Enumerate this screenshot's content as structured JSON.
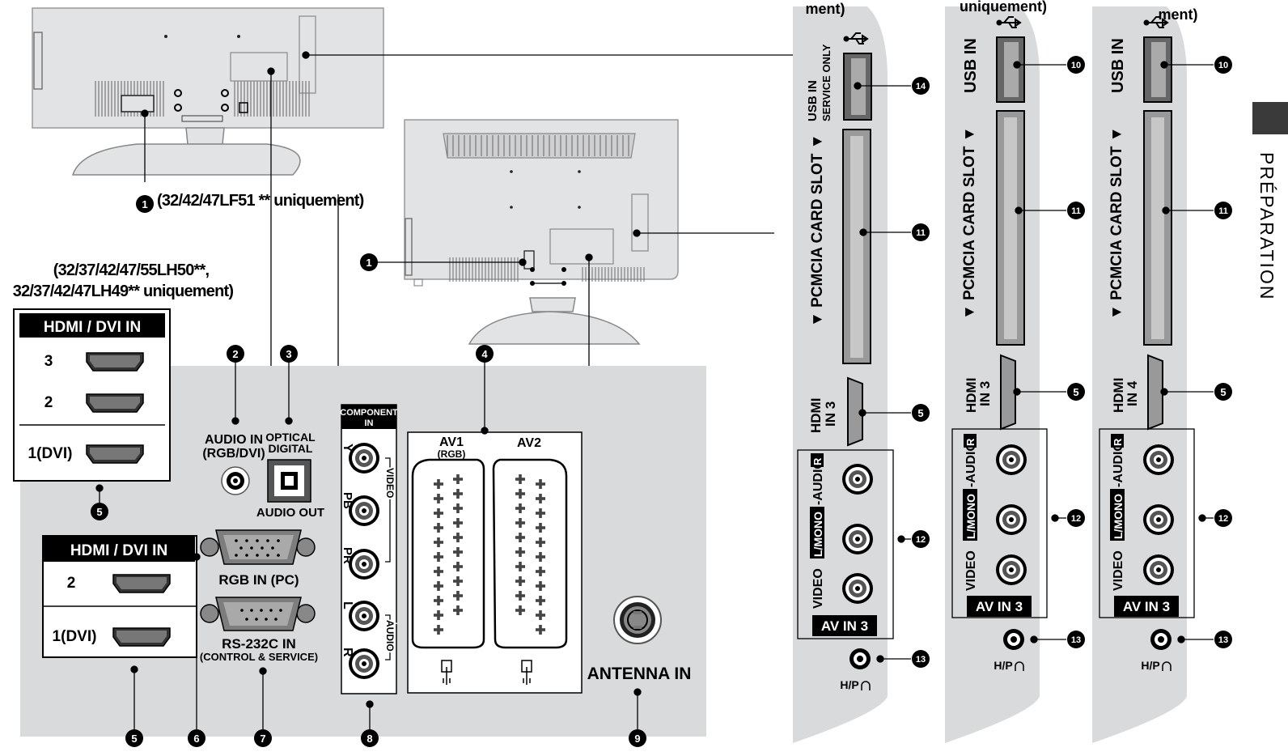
{
  "captions": {
    "lf51": "(32/42/47LF51 ** uniquement)",
    "lh_line1": "(32/37/42/47/55LH50**,",
    "lh_line2": "32/37/42/47LH49** uniquement)",
    "side1_top": "ment)",
    "side2_top": "uniquement)",
    "side3_top": "ment)"
  },
  "side_tab": "PRÉPARATION",
  "badges": [
    "1",
    "1",
    "2",
    "3",
    "4",
    "5",
    "5",
    "5",
    "5",
    "5",
    "6",
    "7",
    "8",
    "9",
    "10",
    "10",
    "11",
    "11",
    "11",
    "12",
    "12",
    "12",
    "13",
    "13",
    "13",
    "14"
  ],
  "hdmi_top": {
    "header": "HDMI / DVI IN",
    "ports": [
      "3",
      "2",
      "1(DVI)"
    ]
  },
  "hdmi_bottom": {
    "header": "HDMI / DVI IN",
    "ports": [
      "2",
      "1(DVI)"
    ]
  },
  "audio_in": {
    "line1": "AUDIO IN",
    "line2": "(RGB/DVI)"
  },
  "optical": {
    "line1": "OPTICAL",
    "line2": "DIGITAL",
    "line3": "AUDIO OUT"
  },
  "rgb_in": "RGB IN (PC)",
  "rs232": {
    "line1": "RS-232C IN",
    "line2": "(CONTROL & SERVICE)"
  },
  "component": {
    "line1": "COMPONENT",
    "line2": "IN",
    "y": "Y",
    "pb": "PB",
    "pr": "PR",
    "l": "L",
    "r": "R",
    "video": "VIDEO",
    "audio": "AUDIO"
  },
  "scart": {
    "av1": "AV1",
    "av1_sub": "(RGB)",
    "av2": "AV2"
  },
  "antenna": "ANTENNA IN",
  "side_panel": {
    "usb_service": "USB IN",
    "usb_service2": "SERVICE ONLY",
    "usb": "USB IN",
    "pcmcia": "▼ PCMCIA CARD SLOT ▼",
    "hdmi_in3_a": "HDMI",
    "hdmi_in3_b": "IN 3",
    "hdmi_in4_a": "HDMI",
    "hdmi_in4_b": "IN 4",
    "av_label_pre": "VIDEO",
    "av_label_mono": "L/MONO",
    "av_label_post": "-AUDIO-",
    "av_label_r": "R",
    "av_in3": "AV IN 3",
    "hp": "H/P"
  }
}
